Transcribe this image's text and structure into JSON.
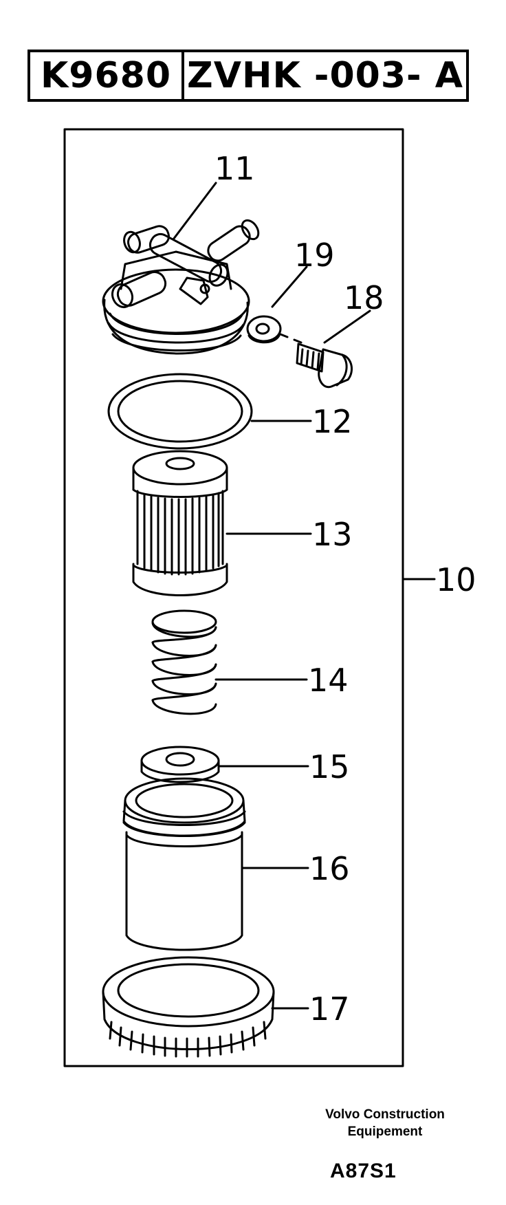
{
  "header": {
    "part_number": "K9680",
    "group_code": "ZVHK -003- A"
  },
  "callouts": {
    "c10": "10",
    "c11": "11",
    "c12": "12",
    "c13": "13",
    "c14": "14",
    "c15": "15",
    "c16": "16",
    "c17": "17",
    "c18": "18",
    "c19": "19"
  },
  "footer": {
    "line1": "Volvo Construction",
    "line2": "Equipement",
    "code": "A87S1"
  }
}
